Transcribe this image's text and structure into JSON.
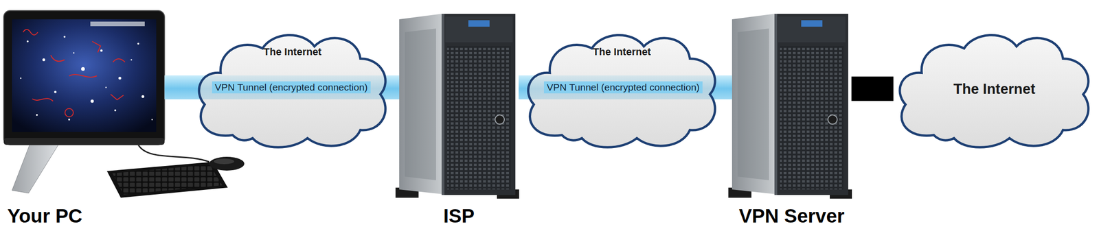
{
  "diagram": {
    "nodes": [
      {
        "text": [
          "Your PC"
        ]
      },
      {
        "text": [
          "The Internet"
        ]
      },
      {
        "text": [
          "ISP"
        ]
      },
      {
        "text": [
          "The Internet"
        ]
      },
      {
        "text": [
          "VPN Server"
        ]
      },
      {
        "text": [
          "The Internet"
        ]
      }
    ],
    "edges": [
      {
        "from": 0,
        "to": 2,
        "arrow": "none",
        "label": "VPN Tunnel (encrypted connection)"
      },
      {
        "from": 2,
        "to": 4,
        "arrow": "none",
        "label": "VPN Tunnel (encrypted connection)"
      },
      {
        "from": 4,
        "to": 5,
        "arrow": "none"
      }
    ]
  }
}
